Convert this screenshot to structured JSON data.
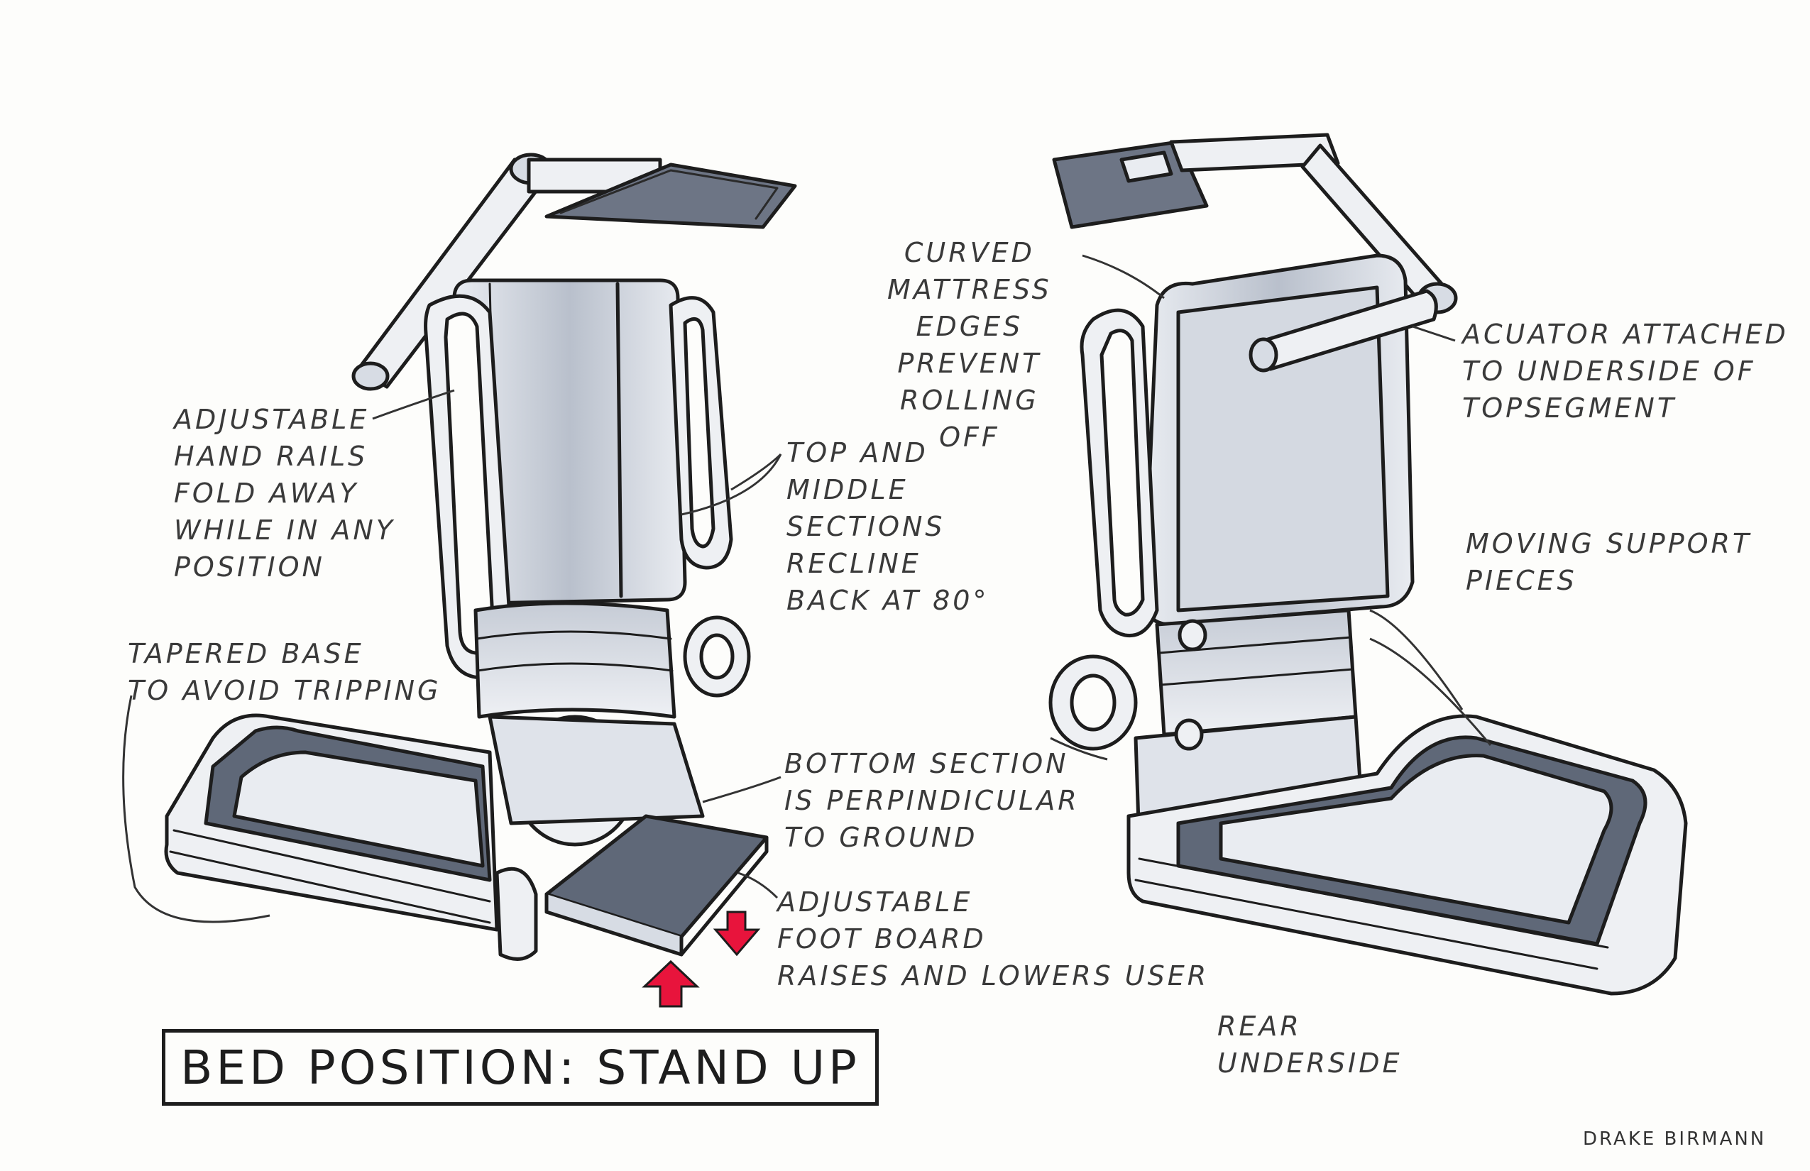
{
  "title": "BED POSITION: STAND UP",
  "signature": "DRAKE BIRMANN",
  "annotations": {
    "hand_rails": "ADJUSTABLE\nHAND RAILS\nFOLD AWAY\nWHILE IN ANY\nPOSITION",
    "tapered_base": "TAPERED BASE\nTO AVOID TRIPPING",
    "top_middle": "TOP AND\nMIDDLE\nSECTIONS\nRECLINE\nBACK AT 80°",
    "bottom_section": "BOTTOM SECTION\nIS PERPINDICULAR\nTO GROUND",
    "foot_board": "ADJUSTABLE\nFOOT BOARD\nRAISES AND LOWERS USER",
    "curved_edges": "CURVED\nMATTRESS\nEDGES\nPREVENT\nROLLING\nOFF",
    "actuator": "ACUATOR ATTACHED\nTO UNDERSIDE OF\nTOPSEGMENT",
    "moving_support": "MOVING SUPPORT\nPIECES",
    "rear": "REAR\nUNDERSIDE"
  },
  "colors": {
    "ink": "#1d1d1d",
    "marker_gray": "#9aa3b2",
    "marker_light": "#d3d8e0",
    "marker_dark": "#5f6878",
    "arrow_red": "#e8143c"
  }
}
